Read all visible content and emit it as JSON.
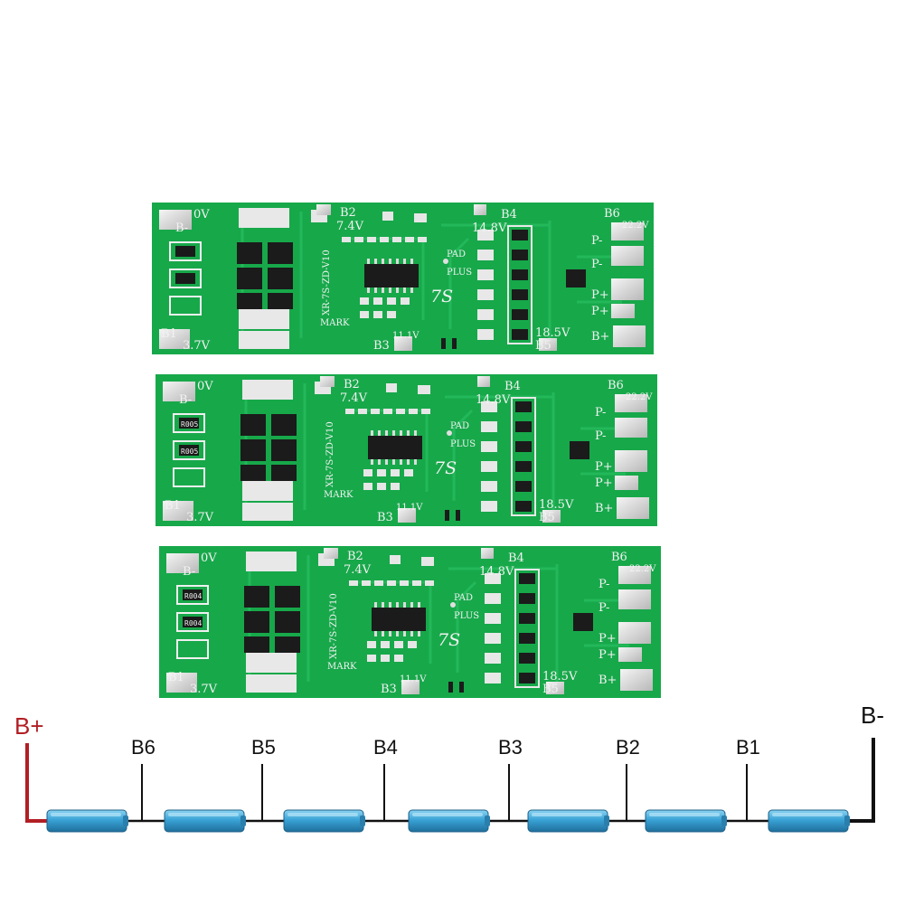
{
  "boards": [
    {
      "labels": {
        "zero_v": "0V",
        "b_minus": "B-",
        "b1": "B1",
        "v37": "3.7V",
        "b2": "B2",
        "v74": "7.4V",
        "b3": "B3",
        "v111": "11.1V",
        "b4": "B4",
        "v148": "14.8V",
        "b5": "B5",
        "v185": "18.5V",
        "b6": "B6",
        "v222": "22.2V",
        "p_minus_1": "P-",
        "p_minus_2": "P-",
        "p_plus_1": "P+",
        "p_plus_2": "P+",
        "b_plus": "B+",
        "pad": "PAD",
        "plus": "PLUS",
        "series": "7S",
        "model": "XR-7S-ZD-V10",
        "mark": "MARK"
      },
      "resistors": [
        "",
        ""
      ]
    },
    {
      "labels": {
        "zero_v": "0V",
        "b_minus": "B-",
        "b1": "B1",
        "v37": "3.7V",
        "b2": "B2",
        "v74": "7.4V",
        "b3": "B3",
        "v111": "11.1V",
        "b4": "B4",
        "v148": "14.8V",
        "b5": "B5",
        "v185": "18.5V",
        "b6": "B6",
        "v222": "22.2V",
        "p_minus_1": "P-",
        "p_minus_2": "P-",
        "p_plus_1": "P+",
        "p_plus_2": "P+",
        "b_plus": "B+",
        "pad": "PAD",
        "plus": "PLUS",
        "series": "7S",
        "model": "XR-7S-ZD-V10",
        "mark": "MARK"
      },
      "resistors": [
        "R005",
        "R005"
      ]
    },
    {
      "labels": {
        "zero_v": "0V",
        "b_minus": "B-",
        "b1": "B1",
        "v37": "3.7V",
        "b2": "B2",
        "v74": "7.4V",
        "b3": "B3",
        "v111": "11.1V",
        "b4": "B4",
        "v148": "14.8V",
        "b5": "B5",
        "v185": "18.5V",
        "b6": "B6",
        "v222": "22.2V",
        "p_minus_1": "P-",
        "p_minus_2": "P-",
        "p_plus_1": "P+",
        "p_plus_2": "P+",
        "b_plus": "B+",
        "pad": "PAD",
        "plus": "PLUS",
        "series": "7S",
        "model": "XR-7S-ZD-V10",
        "mark": "MARK"
      },
      "resistors": [
        "R004",
        "R004"
      ]
    }
  ],
  "wiring": {
    "b_plus": "B+",
    "b_minus": "B-",
    "taps": [
      "B6",
      "B5",
      "B4",
      "B3",
      "B2",
      "B1"
    ],
    "cell_count": 7
  },
  "colors": {
    "pcb_green": "#17a84a",
    "trace_green": "#23b85a",
    "b_plus_wire": "#b21e24",
    "b_minus_wire": "#111111",
    "cell_blue": "#3aa3d6"
  }
}
